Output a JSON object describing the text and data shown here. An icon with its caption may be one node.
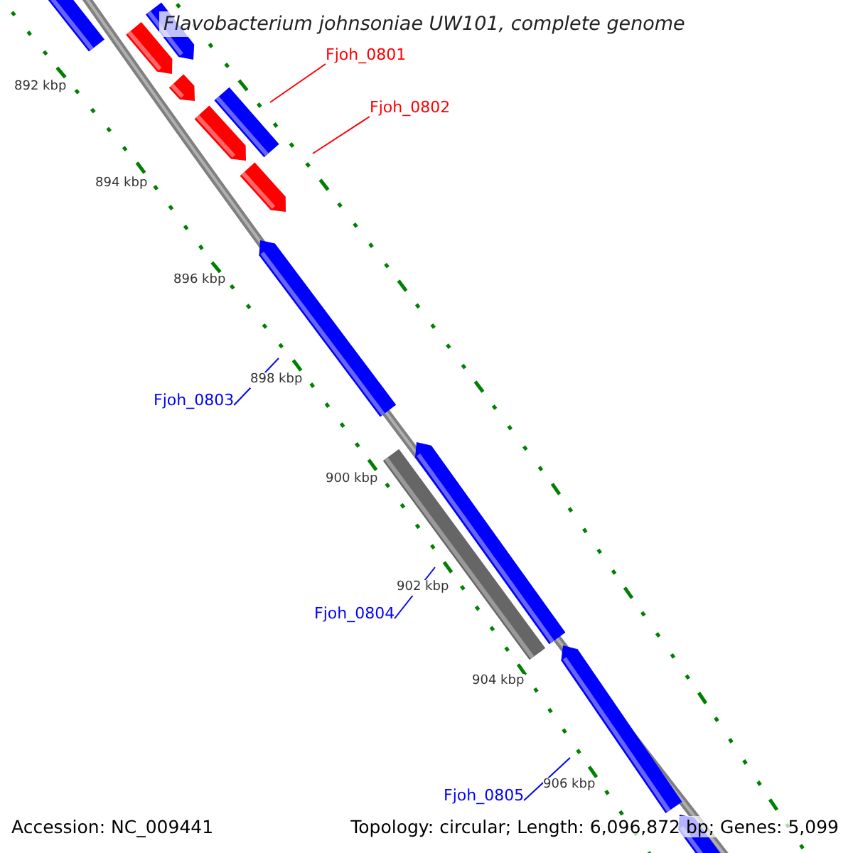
{
  "diagram": {
    "title": "Flavobacterium johnsoniae UW101, complete genome",
    "nodes": [
      {
        "text": [
          "Fjoh_0801"
        ]
      },
      {
        "text": [
          "Fjoh_0802"
        ]
      },
      {
        "text": [
          "Fjoh_0803"
        ]
      },
      {
        "text": [
          "Fjoh_0804"
        ]
      },
      {
        "text": [
          "Fjoh_0805"
        ]
      }
    ],
    "edges": [
      {
        "from": 0,
        "to": null,
        "arrow": "none",
        "color": "#ff0000"
      },
      {
        "from": 1,
        "to": null,
        "arrow": "none",
        "color": "#ff0000"
      },
      {
        "from": 2,
        "to": null,
        "arrow": "none"
      },
      {
        "from": 3,
        "to": null,
        "arrow": "none"
      },
      {
        "from": 4,
        "to": null,
        "arrow": "none"
      }
    ],
    "labels": [
      "892 kbp",
      "894 kbp",
      "896 kbp",
      "898 kbp",
      "900 kbp",
      "902 kbp",
      "904 kbp",
      "906 kbp",
      "Accession: NC_009441",
      "Topology: circular; Length: 6,096,872 bp; Genes: 5,099"
    ]
  }
}
